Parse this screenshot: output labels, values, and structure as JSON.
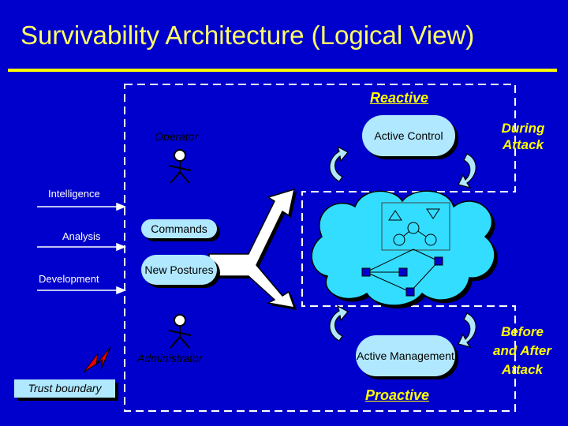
{
  "title": "Survivability Architecture (Logical View)",
  "labels": {
    "reactive": "Reactive",
    "proactive": "Proactive",
    "during_attack": "During Attack",
    "before_after_attack": "Before and After Attack",
    "operator": "Operator",
    "administrator": "Administrator",
    "intelligence": "Intelligence",
    "analysis": "Analysis",
    "development": "Development",
    "trust_boundary": "Trust boundary",
    "commands": "Commands",
    "new_postures": "New Postures",
    "active_control": "Active Control",
    "active_management": "Active Management"
  },
  "colors": {
    "background": "#0000cc",
    "title": "#ffff66",
    "accent_yellow": "#ffff00",
    "pill_fill": "#b0e8ff",
    "cloud_fill": "#33ddff",
    "network_node": "#0000cc"
  },
  "icons": [
    "operator-actor-icon",
    "administrator-actor-icon",
    "cycle-arrow-icon",
    "lightning-bolt-icon",
    "network-cloud-icon"
  ]
}
